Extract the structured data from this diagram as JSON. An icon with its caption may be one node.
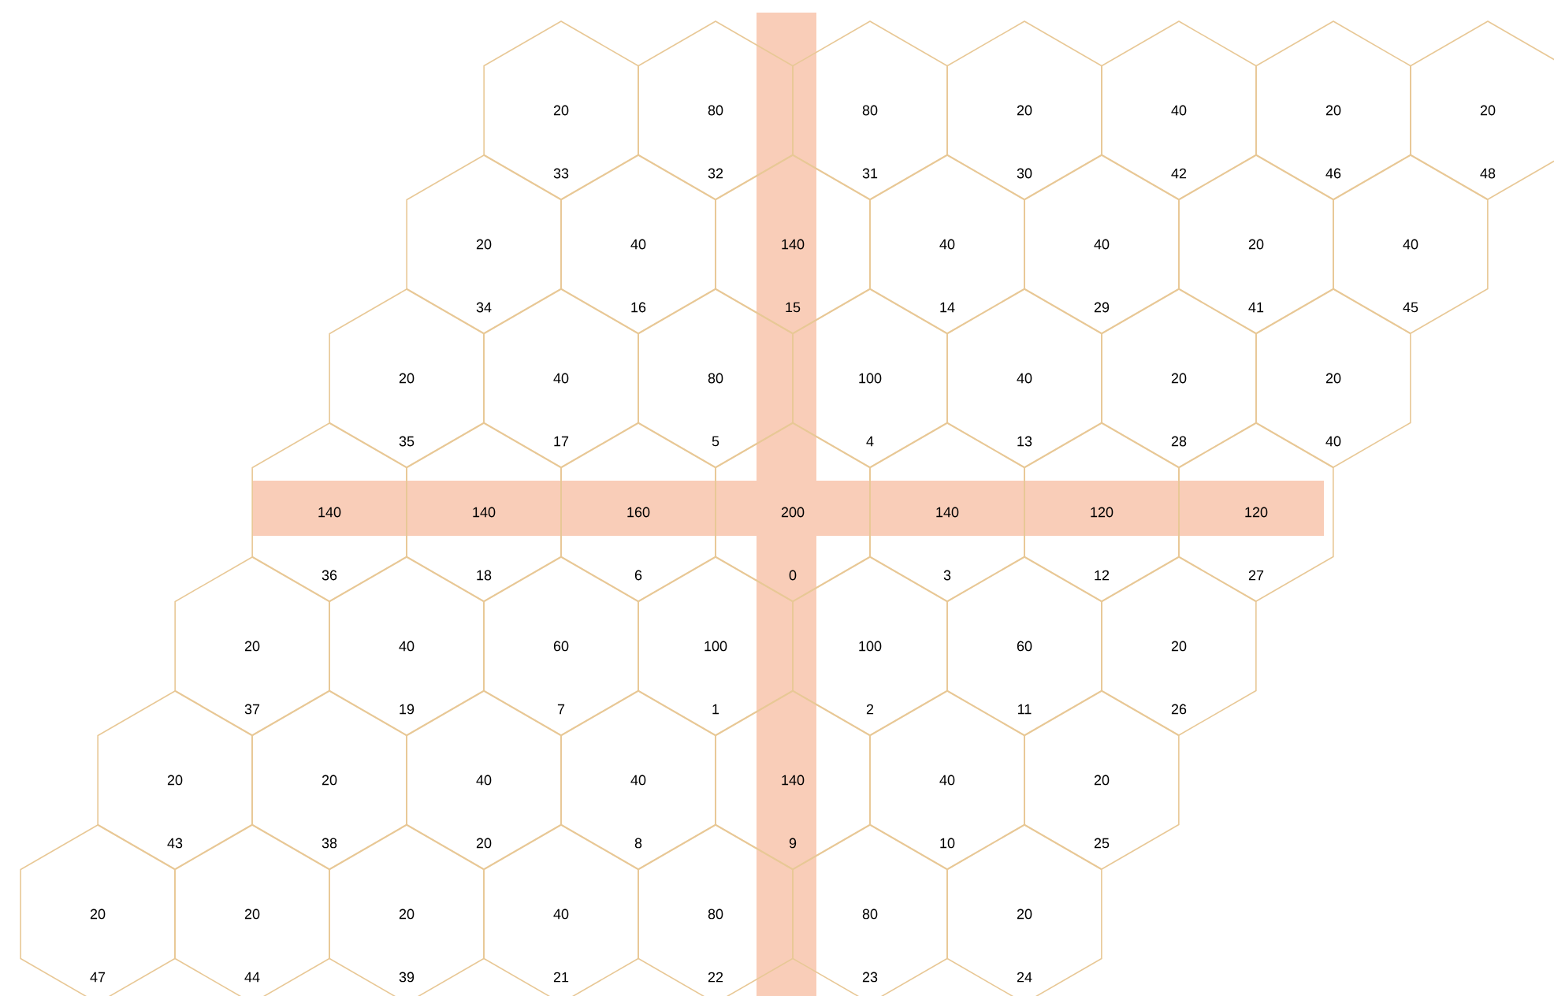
{
  "diagram": {
    "nodes": [
      {
        "text": [
          "20",
          "33"
        ]
      },
      {
        "text": [
          "80",
          "32"
        ]
      },
      {
        "text": [
          "80",
          "31"
        ]
      },
      {
        "text": [
          "20",
          "30"
        ]
      },
      {
        "text": [
          "40",
          "42"
        ]
      },
      {
        "text": [
          "20",
          "46"
        ]
      },
      {
        "text": [
          "20",
          "48"
        ]
      },
      {
        "text": [
          "20",
          "34"
        ]
      },
      {
        "text": [
          "40",
          "16"
        ]
      },
      {
        "text": [
          "140",
          "15"
        ]
      },
      {
        "text": [
          "40",
          "14"
        ]
      },
      {
        "text": [
          "40",
          "29"
        ]
      },
      {
        "text": [
          "20",
          "41"
        ]
      },
      {
        "text": [
          "40",
          "45"
        ]
      },
      {
        "text": [
          "20",
          "35"
        ]
      },
      {
        "text": [
          "40",
          "17"
        ]
      },
      {
        "text": [
          "80",
          "5"
        ]
      },
      {
        "text": [
          "100",
          "4"
        ]
      },
      {
        "text": [
          "40",
          "13"
        ]
      },
      {
        "text": [
          "20",
          "28"
        ]
      },
      {
        "text": [
          "20",
          "40"
        ]
      },
      {
        "text": [
          "140",
          "36"
        ]
      },
      {
        "text": [
          "140",
          "18"
        ]
      },
      {
        "text": [
          "160",
          "6"
        ]
      },
      {
        "text": [
          "200",
          "0"
        ]
      },
      {
        "text": [
          "140",
          "3"
        ]
      },
      {
        "text": [
          "120",
          "12"
        ]
      },
      {
        "text": [
          "120",
          "27"
        ]
      },
      {
        "text": [
          "20",
          "37"
        ]
      },
      {
        "text": [
          "40",
          "19"
        ]
      },
      {
        "text": [
          "60",
          "7"
        ]
      },
      {
        "text": [
          "100",
          "1"
        ]
      },
      {
        "text": [
          "100",
          "2"
        ]
      },
      {
        "text": [
          "60",
          "11"
        ]
      },
      {
        "text": [
          "20",
          "26"
        ]
      },
      {
        "text": [
          "20",
          "43"
        ]
      },
      {
        "text": [
          "20",
          "38"
        ]
      },
      {
        "text": [
          "40",
          "20"
        ]
      },
      {
        "text": [
          "40",
          "8"
        ]
      },
      {
        "text": [
          "140",
          "9"
        ]
      },
      {
        "text": [
          "40",
          "10"
        ]
      },
      {
        "text": [
          "20",
          "25"
        ]
      },
      {
        "text": [
          "20",
          "47"
        ]
      },
      {
        "text": [
          "20",
          "44"
        ]
      },
      {
        "text": [
          "20",
          "39"
        ]
      },
      {
        "text": [
          "40",
          "21"
        ]
      },
      {
        "text": [
          "80",
          "22"
        ]
      },
      {
        "text": [
          "80",
          "23"
        ]
      },
      {
        "text": [
          "20",
          "24"
        ]
      }
    ]
  }
}
